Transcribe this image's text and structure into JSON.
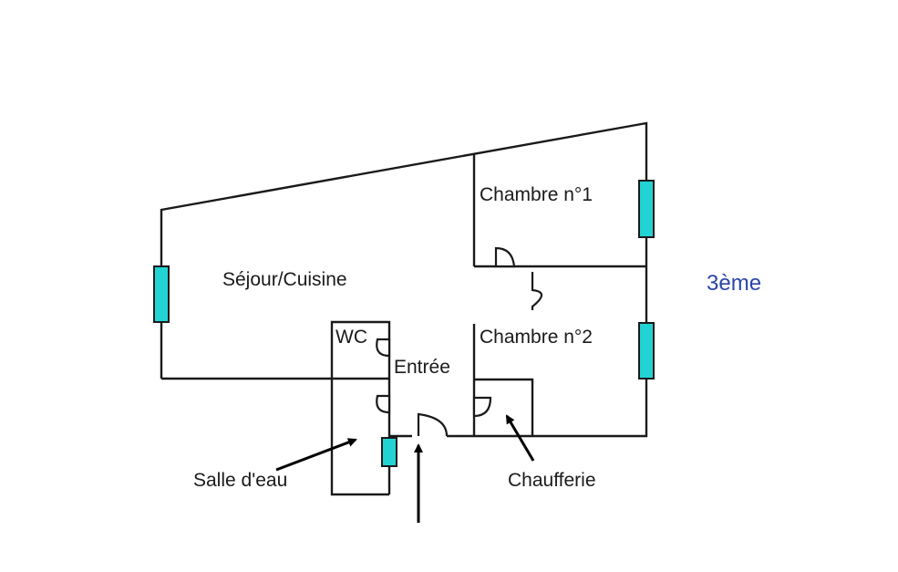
{
  "floor_label": "3ème",
  "rooms": {
    "sejour": "Séjour/Cuisine",
    "chambre1": "Chambre n°1",
    "chambre2": "Chambre n°2",
    "wc": "WC",
    "entree": "Entrée",
    "salle_eau": "Salle d'eau",
    "chaufferie": "Chaufferie"
  },
  "colors": {
    "window": "#22d3d3",
    "floor_label": "#2b46a8",
    "walls": "#1a1a1a"
  }
}
